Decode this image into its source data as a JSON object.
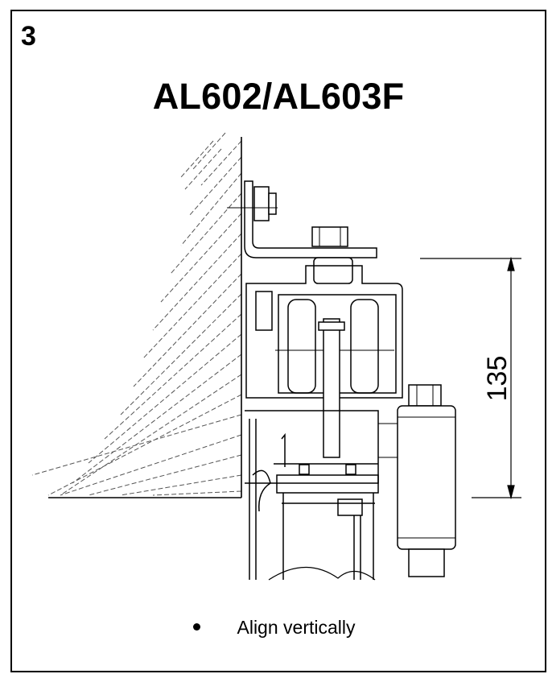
{
  "step": {
    "number": "3"
  },
  "title": "AL602/AL603F",
  "dimension": {
    "value": "135"
  },
  "instructions": [
    {
      "text": "Align vertically"
    }
  ]
}
